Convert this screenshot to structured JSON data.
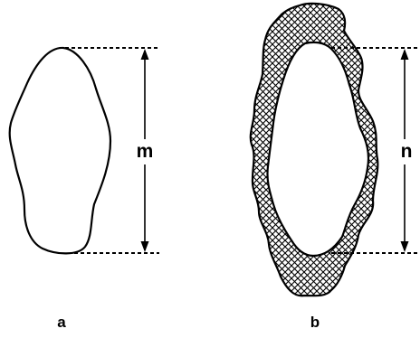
{
  "figure": {
    "panel_a": {
      "label": "a",
      "dimension_label": "m"
    },
    "panel_b": {
      "label": "b",
      "dimension_label": "n"
    }
  }
}
